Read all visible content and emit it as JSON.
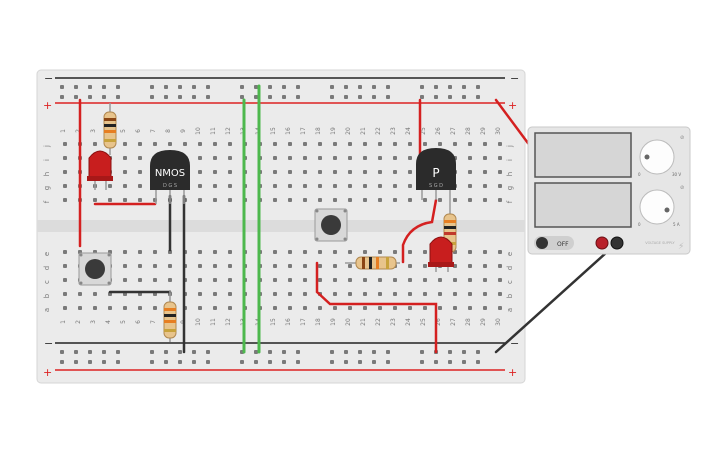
{
  "breadboard": {
    "columns": [
      "1",
      "2",
      "3",
      "4",
      "5",
      "6",
      "7",
      "8",
      "9",
      "10",
      "11",
      "12",
      "13",
      "14",
      "15",
      "16",
      "17",
      "18",
      "19",
      "20",
      "21",
      "22",
      "23",
      "24",
      "25",
      "26",
      "27",
      "28",
      "29",
      "30"
    ],
    "rows_top": [
      "j",
      "i",
      "h",
      "g",
      "f"
    ],
    "rows_bottom": [
      "e",
      "d",
      "c",
      "b",
      "a"
    ],
    "rail_minus": "−",
    "rail_plus": "+"
  },
  "components": {
    "nmos_label": "NMOS",
    "nmos_pins": "D G S",
    "pmos_label": "P",
    "pmos_pins": "S G D"
  },
  "power_supply": {
    "off_label": "OFF",
    "knob1_marks": [
      "0",
      "30 V"
    ],
    "knob2_marks": [
      "0",
      "5 A"
    ],
    "icon1": "voltage-icon",
    "icon2": "current-icon",
    "brand_text": "VOLTAGE SUPPLY",
    "bolt_icon": "lightning-icon"
  },
  "colors": {
    "board": "#eeeeee",
    "rail_red": "#d22",
    "wire_red": "#d42020",
    "wire_black": "#333333",
    "wire_green": "#4db84d",
    "led_red": "#c81e1e"
  }
}
